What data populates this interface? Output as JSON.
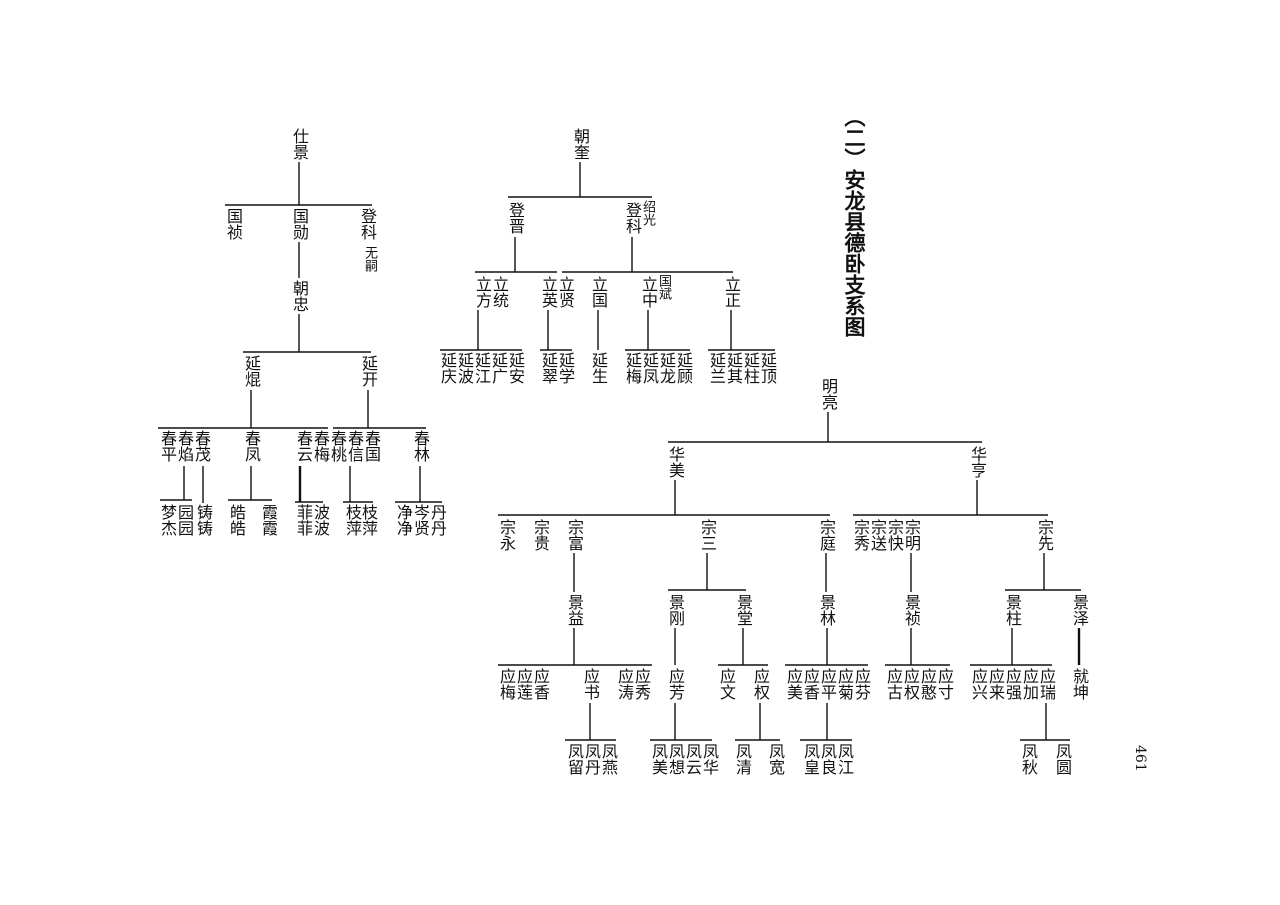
{
  "title": "（二）安龙县德卧支系图",
  "page_number": "461",
  "tree1": {
    "g1": [
      "仕景"
    ],
    "g2": [
      "国祯",
      "国勋",
      "登科"
    ],
    "g2_note": "无嗣",
    "g3": [
      "朝忠"
    ],
    "g4": [
      "延焜",
      "延开"
    ],
    "g5": [
      "春平",
      "春焰",
      "春茂",
      "春凤",
      "春云",
      "春梅",
      "春桃",
      "春信",
      "春国",
      "春林"
    ],
    "g6": [
      "梦杰",
      "园园",
      "铸铸",
      "皓皓",
      "霞霞",
      "菲菲",
      "波波",
      "枝萍",
      "枝萍",
      "净净",
      "岑贤",
      "丹丹"
    ]
  },
  "tree2": {
    "g1": [
      "朝奎"
    ],
    "g2": [
      "登晋",
      "登科"
    ],
    "g2_alt": "绍光",
    "g3": [
      "立方",
      "立统",
      "立英",
      "立贤",
      "立国",
      "立中",
      "立正"
    ],
    "g3_alt": "国斌",
    "g4": [
      "延庆",
      "延波",
      "延江",
      "延广",
      "延安",
      "延翠",
      "延学",
      "延生",
      "延梅",
      "延凤",
      "延龙",
      "延顾",
      "延兰",
      "延其",
      "延柱",
      "延顶"
    ]
  },
  "tree3": {
    "g1": [
      "明亮"
    ],
    "g2": [
      "华美",
      "华亨"
    ],
    "g3": [
      "宗永",
      "宗贵",
      "宗富",
      "宗三",
      "宗庭",
      "宗秀",
      "宗送",
      "宗快",
      "宗明",
      "宗先"
    ],
    "g4": [
      "景益",
      "景刚",
      "景堂",
      "景林",
      "景祯",
      "景柱",
      "景泽"
    ],
    "g5": [
      "应梅",
      "应莲",
      "应香",
      "应书",
      "应涛",
      "应秀",
      "应芳",
      "应文",
      "应权",
      "应美",
      "应香",
      "应平",
      "应菊",
      "应芬",
      "应古",
      "应权",
      "应憨",
      "应寸",
      "应兴",
      "应来",
      "应强",
      "应加",
      "应瑞",
      "就坤"
    ],
    "g6": [
      "凤留",
      "凤丹",
      "凤燕",
      "凤美",
      "凤想",
      "凤云",
      "凤华",
      "凤清",
      "凤宽",
      "凤皇",
      "凤良",
      "凤江",
      "凤秋",
      "凤圆"
    ]
  }
}
